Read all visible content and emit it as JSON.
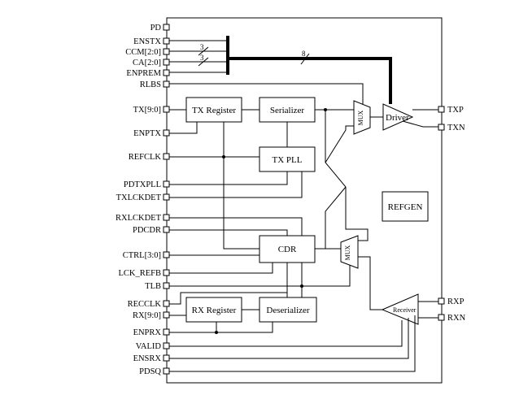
{
  "pins_left": [
    "PD",
    "ENSTX",
    "CCM[2:0]",
    "CA[2:0]",
    "ENPREM",
    "RLBS",
    "TX[9:0]",
    "ENPTX",
    "REFCLK",
    "PDTXPLL",
    "TXLCKDET",
    "RXLCKDET",
    "PDCDR",
    "CTRL[3:0]",
    "LCK_REFB",
    "TLB",
    "RECCLK",
    "RX[9:0]",
    "ENPRX",
    "VALID",
    "ENSRX",
    "PDSQ"
  ],
  "pins_right": [
    "TXP",
    "TXN",
    "RXP",
    "RXN"
  ],
  "blocks": {
    "tx_register": "TX Register",
    "serializer": "Serializer",
    "tx_pll": "TX PLL",
    "cdr": "CDR",
    "rx_register": "RX Register",
    "deserializer": "Deserializer",
    "refgen": "REFGEN",
    "driver": "Driver",
    "receiver": "Receiver",
    "mux_top": "MUX",
    "mux_bottom": "MUX"
  },
  "bus_widths": {
    "ccm": "3",
    "ca": "3",
    "driver_bus": "8"
  }
}
